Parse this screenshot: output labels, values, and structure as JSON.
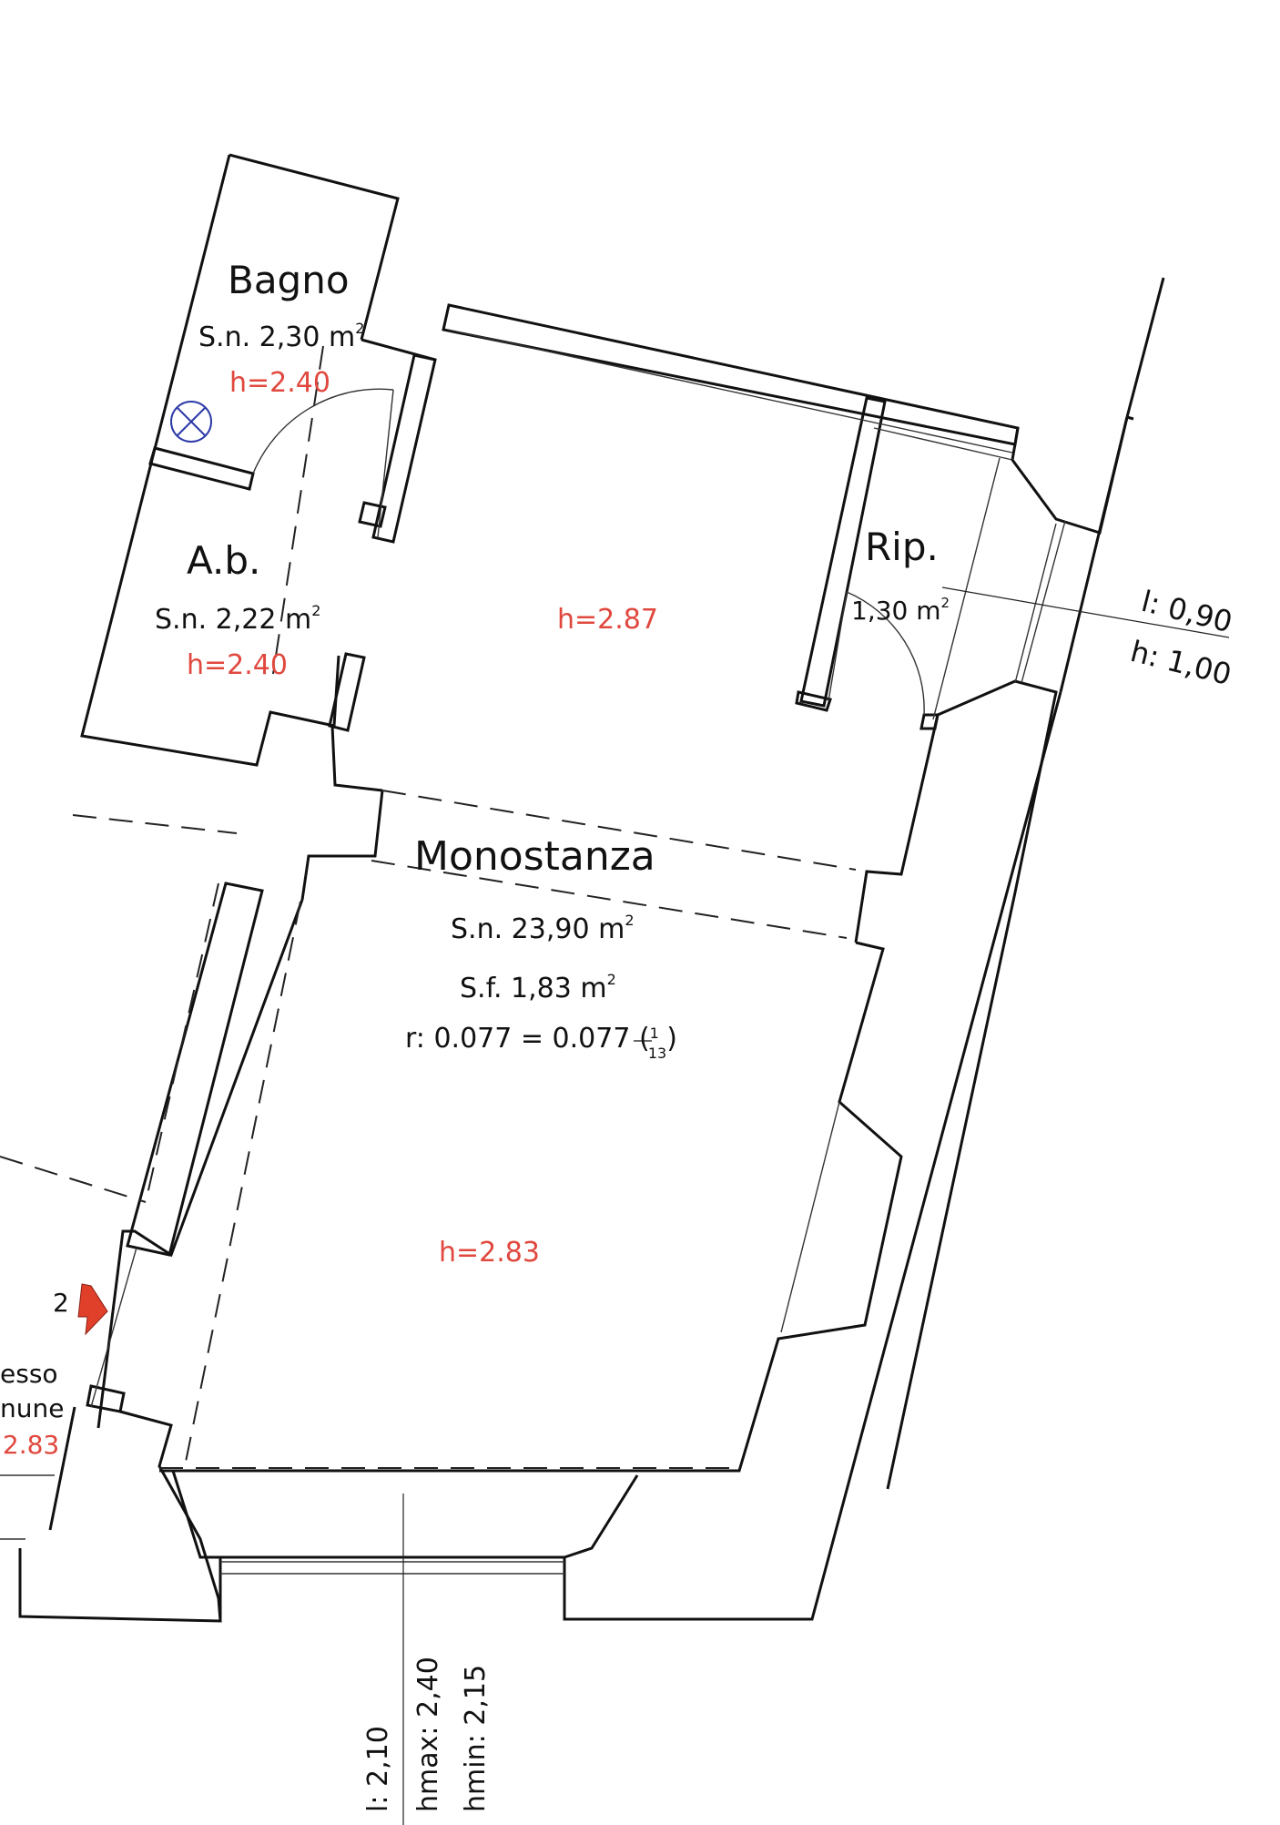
{
  "rooms": {
    "bagno": {
      "name": "Bagno",
      "area": "S.n. 2,30 m",
      "sup": "2",
      "height": "h=2.40"
    },
    "ab": {
      "name": "A.b.",
      "area": "S.n. 2,22 m",
      "sup": "2",
      "height": "h=2.40"
    },
    "rip": {
      "name": "Rip.",
      "area": "1,30 m",
      "sup": "2"
    },
    "disimpegno": {
      "height": "h=2.87"
    },
    "monostanza": {
      "name": "Monostanza",
      "area": "S.n. 23,90 m",
      "area_sup": "2",
      "window_area": "S.f. 1,83 m",
      "window_sup": "2",
      "ratio": "r: 0.077 = 0.077 (",
      "ratio_num": "1",
      "ratio_den": "13",
      "ratio_close": ")",
      "height": "h=2.83"
    },
    "ingresso": {
      "line1": "esso",
      "line2": "nune",
      "height": ".2.83"
    }
  },
  "window_right": {
    "width": "l: 0,90",
    "height": "h: 1,00"
  },
  "window_bottom": {
    "width": "l: 2,10",
    "hmax": "hmax: 2,40",
    "hmin": "hmin: 2,15"
  },
  "entrance": {
    "number": "2",
    "arrow_color": "#e0402a"
  },
  "colors": {
    "height_text": "#e0483e",
    "fixture": "#2d3aa8",
    "walls": "#111111"
  },
  "icons": {
    "ventilation": "ventilation-fan-icon",
    "entrance": "entrance-arrow-icon"
  }
}
